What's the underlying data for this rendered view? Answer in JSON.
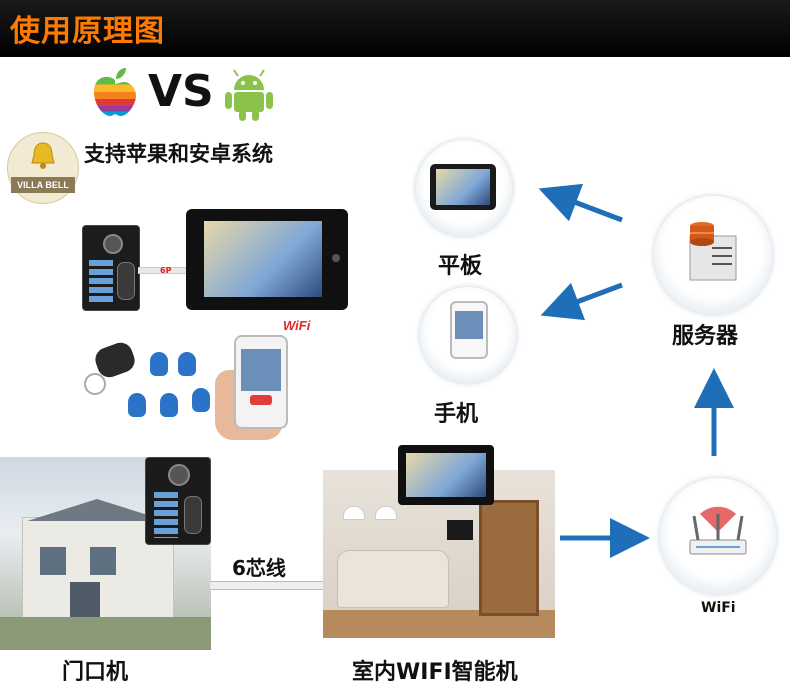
{
  "header": {
    "title": "使用原理图"
  },
  "compat": {
    "apple_logo": "apple-icon",
    "vs": "VS",
    "android_logo": "android-icon",
    "text": "支持苹果和安卓系统"
  },
  "brand": {
    "name": "VILLA BELL"
  },
  "cable_small": "6P",
  "wifi_small": "WiFi",
  "nodes": {
    "tablet": "平板",
    "phone": "手机",
    "server": "服务器",
    "router": "WiFi",
    "door_unit": "门口机",
    "indoor_monitor": "室内WIFI智能机",
    "cable": "6芯线"
  },
  "colors": {
    "header_bg": "#000000",
    "header_text": "#ff7a00",
    "arrow": "#1f6fb8"
  }
}
